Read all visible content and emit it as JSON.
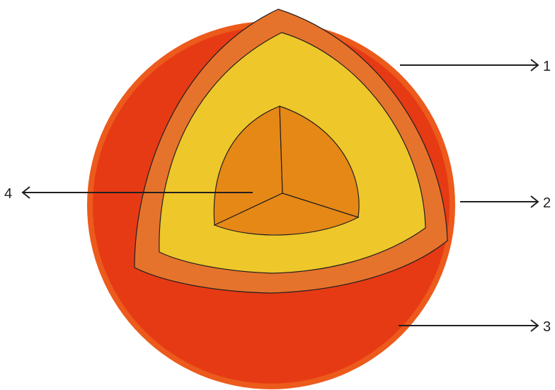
{
  "labels": {
    "label_1": "1",
    "label_2": "2",
    "label_3": "3",
    "label_4": "4"
  },
  "colors": {
    "outer_sphere": "#e63a14",
    "outer_rim": "#ec5a1c",
    "cut_layer_orange": "#e6732c",
    "cut_layer_yellow": "#eec72b",
    "core": "#e68816",
    "outline": "#231f20"
  }
}
